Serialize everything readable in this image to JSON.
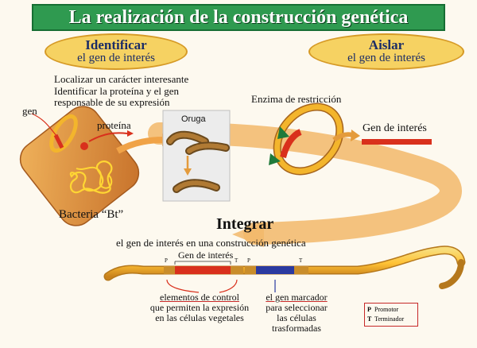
{
  "title": "La realización de la construcción genética",
  "steps": {
    "identify": {
      "line1": "Identificar",
      "line2": "el gen de interés"
    },
    "isolate": {
      "line1": "Aislar",
      "line2": "el gen de interés"
    },
    "integrate": {
      "heading": "Integrar",
      "subtitle": "el gen de interés en una construcción genética"
    }
  },
  "identify_description": [
    "Localizar un carácter interesante",
    "Identificar la proteína y el gen",
    "responsable de su expresión"
  ],
  "labels": {
    "gene": "gen",
    "protein": "proteína",
    "caterpillar": "Oruga",
    "bacteria": "Bacteria “Bt”",
    "restriction_enzyme": "Enzima de restricción",
    "gene_of_interest": "Gen de interés",
    "construct_gene_of_interest": "Gen de interés",
    "promoter_mark_1": "P",
    "terminator_mark_1": "T",
    "promoter_mark_2": "P",
    "terminator_mark_2": "T"
  },
  "control_elements": {
    "title": "elementos de control",
    "lines": [
      "que permiten la expresión",
      "en las células vegetales"
    ]
  },
  "marker_gene": {
    "title": "el gen marcador",
    "lines": [
      "para seleccionar",
      "las células",
      "trasformadas"
    ]
  },
  "legend": {
    "promoter_key": "P",
    "promoter_label": "Promotor",
    "terminator_key": "T",
    "terminator_label": "Terminador"
  },
  "colors": {
    "title_bg": "#2f9a50",
    "oval_fill": "#f6d262",
    "gene_red": "#d9301c",
    "marker_blue": "#2b3aa0",
    "pathway_orange": "#f2b96a",
    "bacteria_orange": "#e08e3c",
    "plasmid_yellow": "#f3b52c"
  },
  "icons": [
    "bacteria-cell",
    "plasmid-ring",
    "protein-dot",
    "caterpillar",
    "restriction-enzyme-triangle",
    "gene-segment",
    "flow-arrow"
  ]
}
